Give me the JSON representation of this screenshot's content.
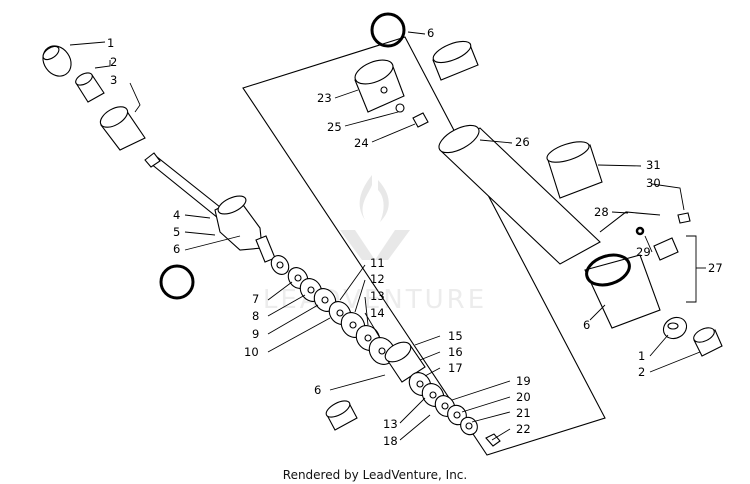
{
  "diagram": {
    "callouts": {
      "c1a": "1",
      "c2a": "2",
      "c3": "3",
      "c4": "4",
      "c5": "5",
      "c6a": "6",
      "c7": "7",
      "c8": "8",
      "c9": "9",
      "c10": "10",
      "c11": "11",
      "c12": "12",
      "c13a": "13",
      "c14": "14",
      "c15": "15",
      "c16": "16",
      "c17": "17",
      "c6b": "6",
      "c13b": "13",
      "c18": "18",
      "c19": "19",
      "c20": "20",
      "c21": "21",
      "c22": "22",
      "c6c": "6",
      "c23": "23",
      "c25": "25",
      "c24": "24",
      "c26": "26",
      "c31": "31",
      "c30": "30",
      "c28": "28",
      "c29": "29",
      "c27": "27",
      "c6d": "6",
      "c1b": "1",
      "c2b": "2"
    },
    "watermark_text": "LEADVENTURE",
    "colors": {
      "line": "#000000",
      "background": "#ffffff",
      "watermark": "#e6e6e6"
    }
  },
  "footer": {
    "credit": "Rendered by LeadVenture, Inc."
  }
}
